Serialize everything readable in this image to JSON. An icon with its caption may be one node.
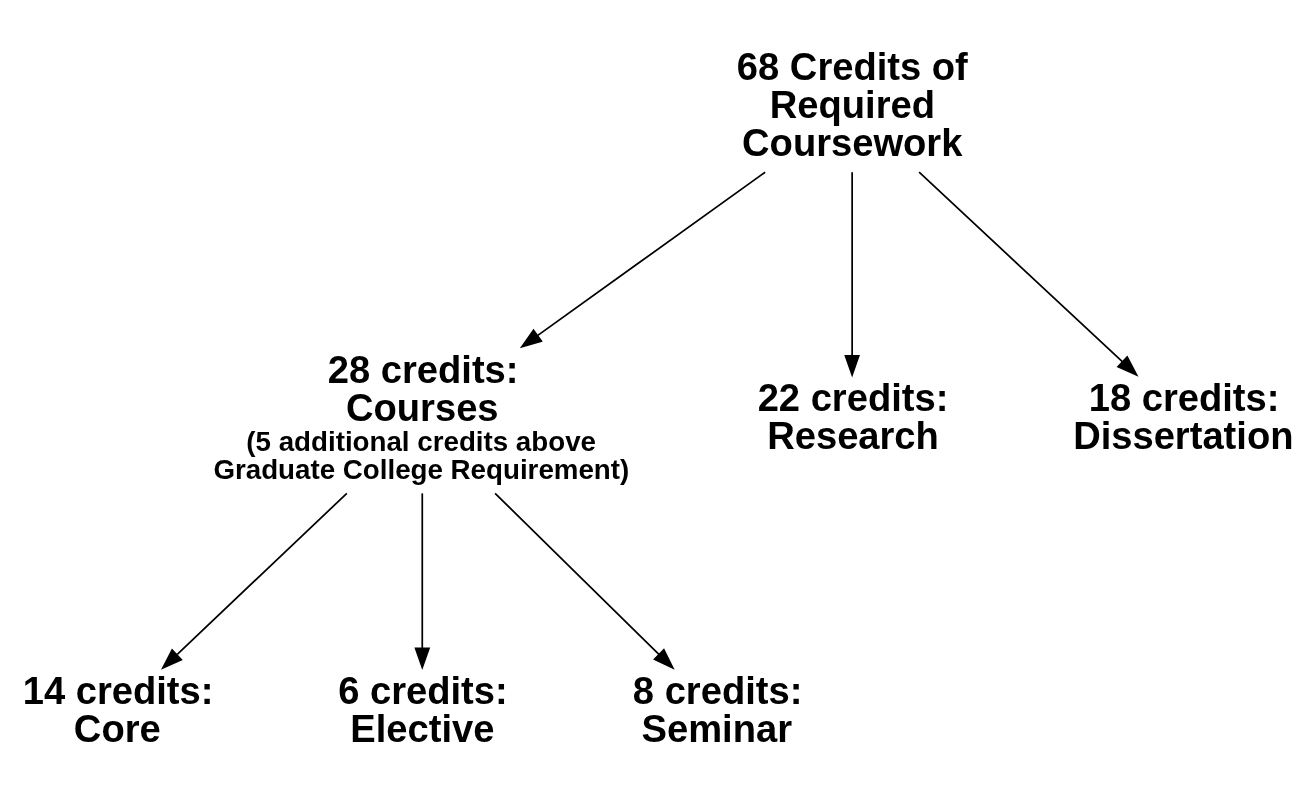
{
  "diagram": {
    "nodes": [
      {
        "text": [
          "68 Credits of Required Coursework"
        ]
      },
      {
        "text": [
          "28 credits: Courses",
          "(5 additional credits above Graduate College Requirement)"
        ]
      },
      {
        "text": [
          "22 credits: Research"
        ]
      },
      {
        "text": [
          "18 credits: Dissertation"
        ]
      },
      {
        "text": [
          "14 credits: Core"
        ]
      },
      {
        "text": [
          "6 credits: Elective"
        ]
      },
      {
        "text": [
          "8 credits: Seminar"
        ]
      }
    ],
    "edges": [
      {
        "from": 0,
        "to": 1,
        "arrow": "to"
      },
      {
        "from": 0,
        "to": 2,
        "arrow": "to"
      },
      {
        "from": 0,
        "to": 3,
        "arrow": "to"
      },
      {
        "from": 1,
        "to": 4,
        "arrow": "to"
      },
      {
        "from": 1,
        "to": 5,
        "arrow": "to"
      },
      {
        "from": 1,
        "to": 6,
        "arrow": "to"
      }
    ]
  }
}
